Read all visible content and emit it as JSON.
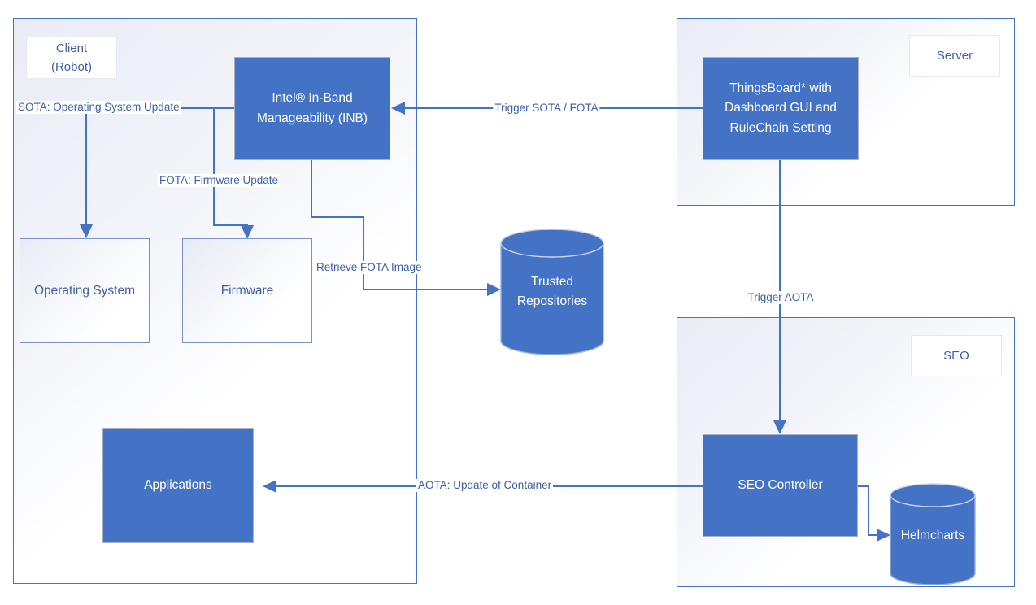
{
  "colors": {
    "accent_blue": "#4472C4",
    "label_text_blue": "#3d5fa9",
    "node_text": "#ffffff",
    "light_box_border": "#7c92c4"
  },
  "containers": {
    "client": {
      "label": "Client\n(Robot)"
    },
    "server": {
      "label": "Server"
    },
    "seo": {
      "label": "SEO"
    }
  },
  "nodes": {
    "inb": {
      "label": "Intel® In-Band\nManageability (INB)"
    },
    "thingsboard": {
      "label": "ThingsBoard* with\nDashboard GUI and\nRuleChain Setting"
    },
    "operating_system": {
      "label": "Operating System"
    },
    "firmware": {
      "label": "Firmware"
    },
    "applications": {
      "label": "Applications"
    },
    "seo_controller": {
      "label": "SEO Controller"
    },
    "trusted_repositories": {
      "label": "Trusted\nRepositories"
    },
    "helmcharts": {
      "label": "Helmcharts"
    }
  },
  "edges": {
    "trigger_sota_fota": {
      "label": "Trigger SOTA / FOTA"
    },
    "sota": {
      "label": "SOTA: Operating System Update"
    },
    "fota": {
      "label": "FOTA: Firmware Update"
    },
    "retrieve_fota": {
      "label": "Retrieve FOTA Image"
    },
    "trigger_aota": {
      "label": "Trigger AOTA"
    },
    "aota": {
      "label": "AOTA: Update of Container"
    }
  }
}
